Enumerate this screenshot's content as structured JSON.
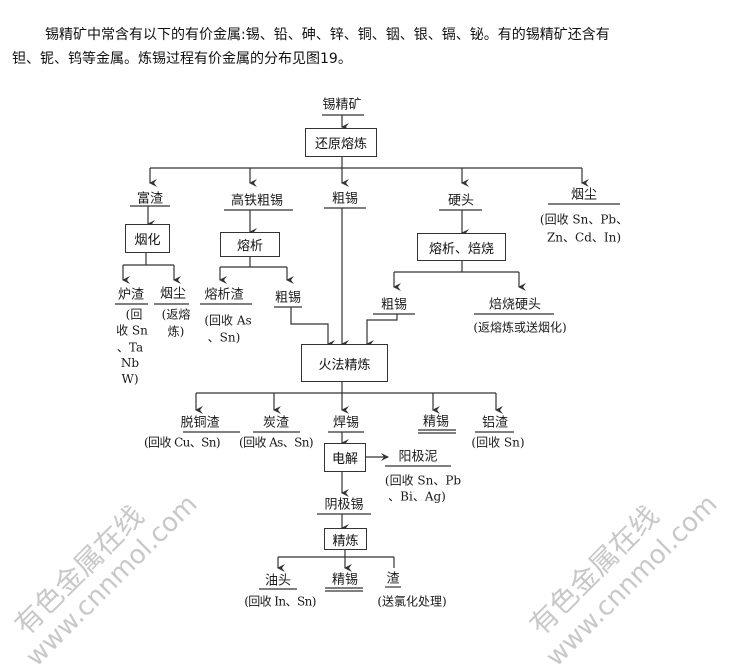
{
  "paragraph": {
    "line1": "锡精矿中常含有以下的有价金属:锡、铅、砷、锌、铜、铟、银、镉、铋。有的锡精矿还含有",
    "line2": "钽、铌、钨等金属。炼锡过程有价金属的分布见图19。"
  },
  "watermark": {
    "cn": "有色金属在线",
    "url": "www.cnnmol.com"
  },
  "flow": {
    "feed": "锡精矿",
    "reduction": "还原熔炼",
    "rich_slag": "富渣",
    "high_fe_crude_tin": "高铁粗锡",
    "crude_tin": "粗锡",
    "hard_head": "硬头",
    "dust": "烟尘",
    "dust_note1": "(回收 Sn、Pb、",
    "dust_note2": "Zn、Cd、In)",
    "fuming": "烟化",
    "furnace_slag": "炉渣",
    "furnace_slag_note": [
      "(回",
      "收 Sn",
      "、Ta",
      "Nb",
      "W)"
    ],
    "fuming_dust": "烟尘",
    "fuming_dust_note": [
      "(返熔",
      "炼)"
    ],
    "liquation": "熔析",
    "liquation_slag": "熔析渣",
    "liquation_slag_note": [
      "(回收 As",
      "、Sn)"
    ],
    "liquation_crude_tin": "粗锡",
    "liq_roast": "熔析、焙烧",
    "lr_crude_tin": "粗锡",
    "roasted_hard_head": "焙烧硬头",
    "roasted_hard_head_note": "(返熔炼或送烟化)",
    "fire_refining": "火法精炼",
    "decopper_slag": "脱铜渣",
    "decopper_note": "(回收 Cu、Sn)",
    "carbon_slag": "炭渣",
    "carbon_note": "(回收 As、Sn)",
    "solder": "焊锡",
    "refined_tin": "精锡",
    "al_slag": "铝渣",
    "al_note": "(回收 Sn)",
    "electrolysis": "电解",
    "anode_slime": "阳极泥",
    "anode_note1": "(回收 Sn、Pb",
    "anode_note2": "、Bi、Ag)",
    "cathode_tin": "阴极锡",
    "refining": "精炼",
    "oil_head": "油头",
    "oil_note": "(回收 In、Sn)",
    "final_tin": "精锡",
    "dross": "渣",
    "dross_note": "(送氯化处理)"
  }
}
